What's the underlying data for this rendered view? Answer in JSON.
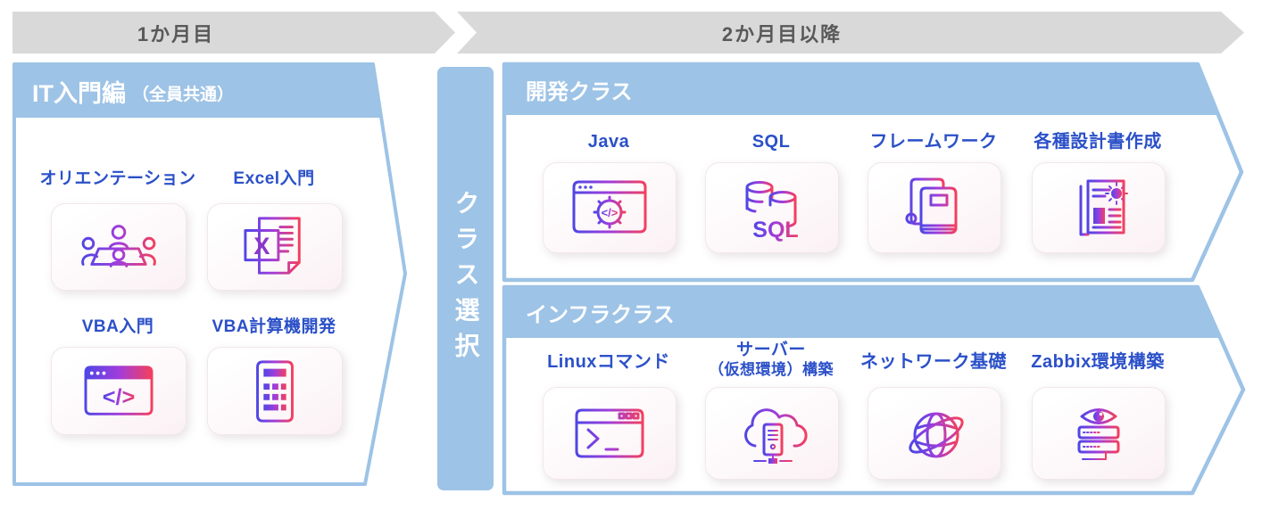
{
  "colors": {
    "banner_gray": "#d9d9d9",
    "banner_text_gray": "#595959",
    "band_blue": "#9dc3e6",
    "label_blue": "#2b50c8",
    "icon_gradient_start": "#4f46e5",
    "icon_gradient_mid": "#a03ddb",
    "icon_gradient_end": "#f43f5e",
    "card_tint": "#fbf1f4"
  },
  "timeline": {
    "month1_label": "1か月目",
    "month2_label": "2か月目以降"
  },
  "intro_box": {
    "title": "IT入門編",
    "subtitle": "（全員共通）",
    "items": [
      {
        "label": "オリエンテーション",
        "icon": "meeting-icon"
      },
      {
        "label": "Excel入門",
        "icon": "excel-icon"
      },
      {
        "label": "VBA入門",
        "icon": "code-window-icon"
      },
      {
        "label": "VBA計算機開発",
        "icon": "calculator-icon"
      }
    ]
  },
  "class_selector": {
    "label": "クラス選択"
  },
  "dev_class": {
    "title": "開発クラス",
    "items": [
      {
        "label": "Java",
        "icon": "java-gear-icon"
      },
      {
        "label": "SQL",
        "icon": "sql-database-icon",
        "icon_text": "SQL"
      },
      {
        "label": "フレームワーク",
        "icon": "framework-books-icon"
      },
      {
        "label": "各種設計書作成",
        "icon": "design-doc-icon"
      }
    ]
  },
  "infra_class": {
    "title": "インフラクラス",
    "items": [
      {
        "label": "Linuxコマンド",
        "icon": "terminal-icon"
      },
      {
        "label": "サーバー",
        "label2": "（仮想環境）構築",
        "icon": "cloud-server-icon"
      },
      {
        "label": "ネットワーク基礎",
        "icon": "network-globe-icon"
      },
      {
        "label": "Zabbix環境構築",
        "icon": "monitoring-eye-icon"
      }
    ]
  }
}
